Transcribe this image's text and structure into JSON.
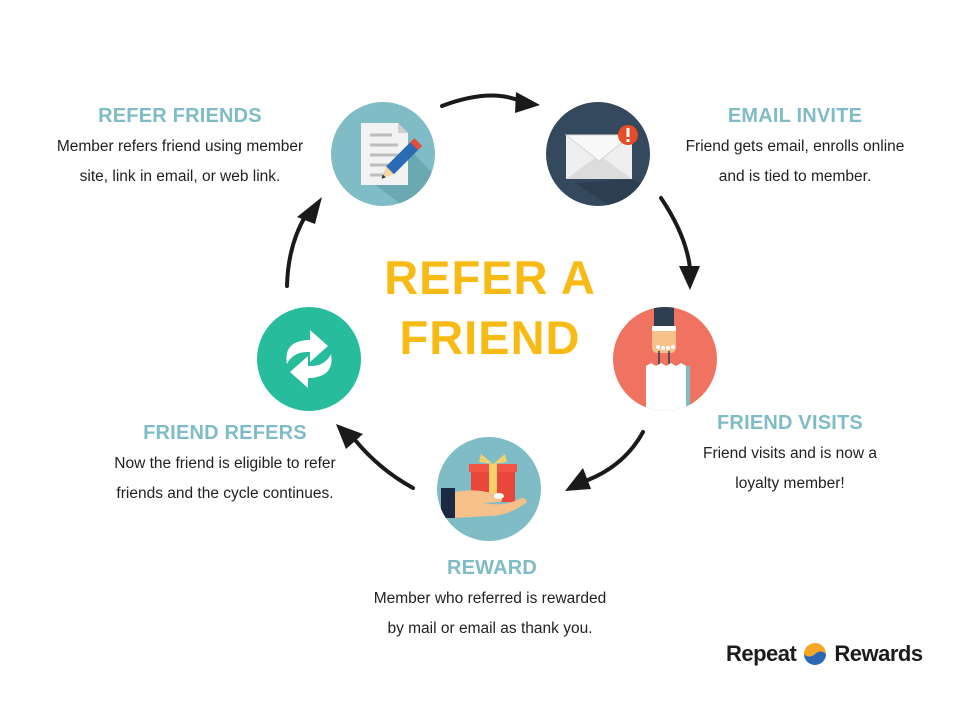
{
  "center": {
    "line1": "REFER A",
    "line2": "FRIEND"
  },
  "colors": {
    "title_teal": "#7fbcc6",
    "center_yellow": "#f8bb16",
    "refer_circle": "#7fbcc6",
    "email_circle": "#34495e",
    "visit_circle": "#f07260",
    "reward_circle": "#7fbcc6",
    "friend_refers_circle": "#26bc9c"
  },
  "steps": [
    {
      "id": "refer-friends",
      "title": "REFER FRIENDS",
      "line1": "Member refers friend using member",
      "line2": "site, link in email, or web link.",
      "icon": "document-pencil-icon"
    },
    {
      "id": "email-invite",
      "title": "EMAIL INVITE",
      "line1": "Friend gets email, enrolls online",
      "line2": "and is tied to member.",
      "icon": "envelope-alert-icon"
    },
    {
      "id": "friend-visits",
      "title": "FRIEND VISITS",
      "line1": "Friend visits and is now a",
      "line2": "loyalty member!",
      "icon": "shopping-bag-hand-icon"
    },
    {
      "id": "reward",
      "title": "REWARD",
      "line1": "Member who referred is rewarded",
      "line2": "by mail or email as thank you.",
      "icon": "gift-hand-icon"
    },
    {
      "id": "friend-refers",
      "title": "FRIEND REFERS",
      "line1": "Now the friend is eligible to refer",
      "line2": "friends and the cycle continues.",
      "icon": "refresh-cycle-icon"
    }
  ],
  "logo": {
    "left": "Repeat",
    "right": "Rewards"
  }
}
